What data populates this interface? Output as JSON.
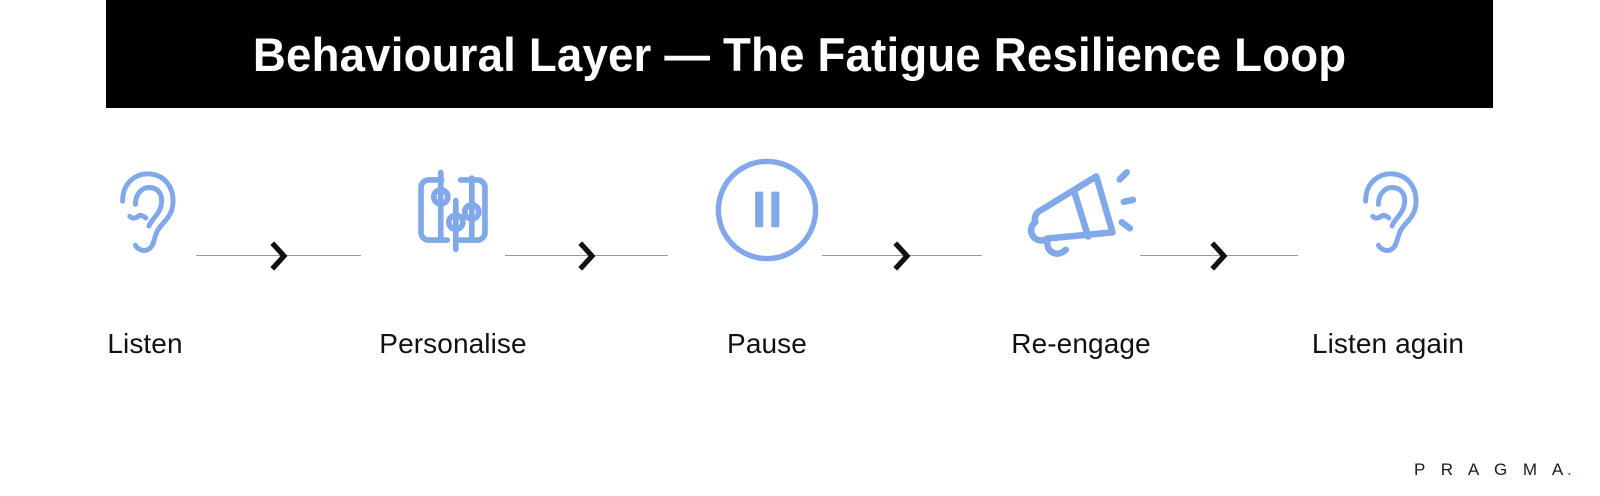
{
  "header": {
    "title": "Behavioural Layer — The Fatigue Resilience Loop",
    "background_color": "#000000",
    "text_color": "#ffffff"
  },
  "theme": {
    "accent_blue": "#81A8E8",
    "connector_gray": "#9a9a9a",
    "label_color": "#111111",
    "page_background": "#ffffff"
  },
  "flow": {
    "steps": [
      {
        "label": "Listen",
        "icon": "ear-icon"
      },
      {
        "label": "Personalise",
        "icon": "sliders-icon"
      },
      {
        "label": "Pause",
        "icon": "pause-circle-icon"
      },
      {
        "label": "Re-engage",
        "icon": "megaphone-icon"
      },
      {
        "label": "Listen again",
        "icon": "ear-icon"
      }
    ],
    "connectors": [
      {
        "icon": "chevron-right-icon"
      },
      {
        "icon": "chevron-right-icon"
      },
      {
        "icon": "chevron-right-icon"
      },
      {
        "icon": "chevron-right-icon"
      }
    ]
  },
  "brand": {
    "name": "P R A G M A",
    "dot": ".",
    "dot_color": "#4a7fe0"
  }
}
